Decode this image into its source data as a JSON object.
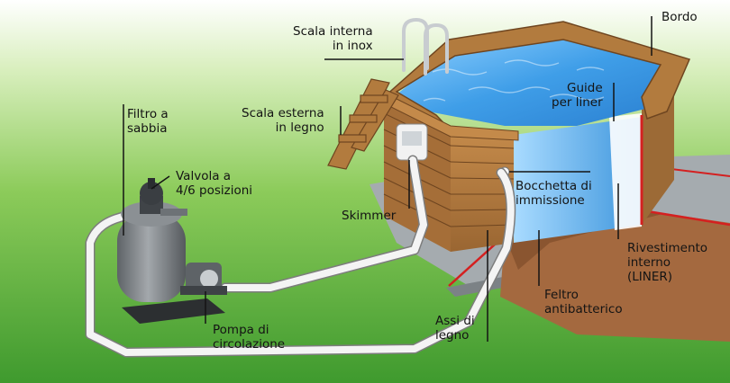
{
  "labels": {
    "scala_interna": [
      "Scala interna",
      "in inox"
    ],
    "bordo": [
      "Bordo"
    ],
    "guide_liner": [
      "Guide",
      "per liner"
    ],
    "scala_esterna": [
      "Scala esterna",
      "in legno"
    ],
    "filtro": [
      "Filtro a",
      "sabbia"
    ],
    "valvola": [
      "Valvola a",
      "4/6 posizioni"
    ],
    "skimmer": [
      "Skimmer"
    ],
    "bocchetta": [
      "Bocchetta di",
      "immissione"
    ],
    "rivestimento": [
      "Rivestimento",
      "interno",
      "(LINER)"
    ],
    "feltro": [
      "Feltro",
      "antibatterico"
    ],
    "assi": [
      "Assi di",
      "legno"
    ],
    "pompa": [
      "Pompa di",
      "circolazione"
    ]
  },
  "colors": {
    "grass_light": "#b7dc80",
    "grass_dark": "#3f9a2e",
    "wood": "#b27b3e",
    "wood_dark": "#6e4520",
    "water": "#3f9ee8",
    "liner": "#5fb3ee",
    "felt_edge": "#d42020",
    "soil": "#a4693f",
    "concrete": "#9aa0a4",
    "hose": "#f4f4f4",
    "filter_tank": "#7f8488"
  }
}
